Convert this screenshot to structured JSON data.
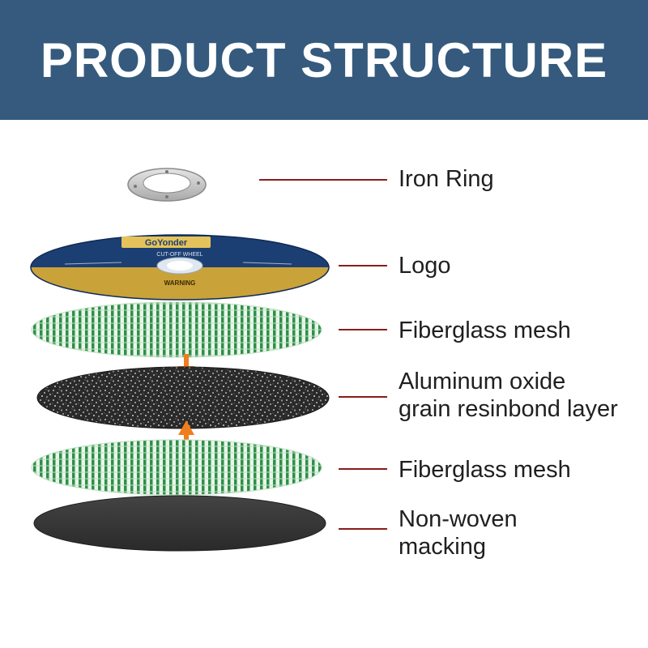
{
  "header": {
    "title": "PRODUCT STRUCTURE"
  },
  "colors": {
    "header_bg": "#355a7d",
    "leader_line": "#8a1c1c",
    "mesh_green": "#2f8f4a",
    "arrow_orange": "#f07d1e",
    "logo_blue": "#1c3f73",
    "logo_gold": "#c9a23a"
  },
  "disc": {
    "brand": "GoYonder",
    "product": "CUT-OFF WHEEL",
    "warning": "WARNING"
  },
  "layers": [
    {
      "label": "Iron Ring",
      "icon": "iron-ring-icon"
    },
    {
      "label": "Logo",
      "icon": "logo-disc-icon"
    },
    {
      "label": "Fiberglass mesh",
      "icon": "fiberglass-mesh-icon"
    },
    {
      "label": "Aluminum oxide\ngrain resinbond layer",
      "icon": "abrasive-grain-layer-icon"
    },
    {
      "label": "Fiberglass mesh",
      "icon": "fiberglass-mesh-icon"
    },
    {
      "label": "Non-woven\nmacking",
      "icon": "non-woven-backing-icon"
    }
  ]
}
